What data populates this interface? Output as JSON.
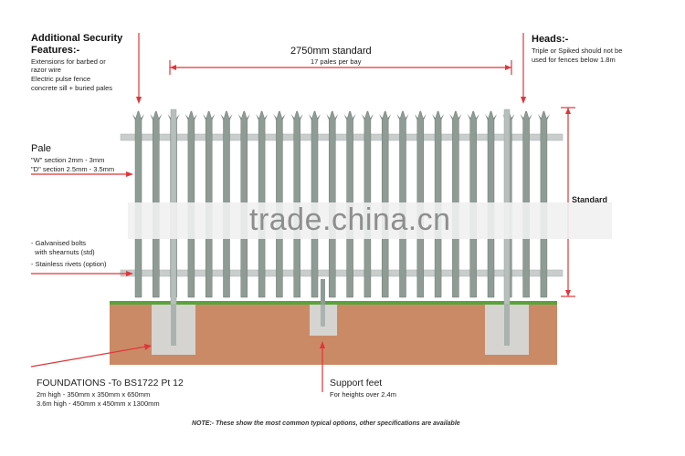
{
  "colors": {
    "arrow": "#e0353a",
    "ground": "#cb8a66",
    "concrete": "#d6d4d0",
    "grass": "#5aa33a",
    "pale": "#8f9b95",
    "rail": "#c9cdcc"
  },
  "top_left": {
    "title": "Additional Security",
    "subtitle": "Features:-",
    "lines": [
      "Extensions for barbed or",
      "razor wire",
      "Electric pulse fence",
      "concrete sill + buried pales"
    ]
  },
  "dimension": {
    "title": "2750mm standard",
    "sub": "17 pales per bay"
  },
  "heads": {
    "title": "Heads:-",
    "lines": [
      "Triple or Spiked should not be",
      "used for fences below 1.8m"
    ]
  },
  "pale": {
    "title": "Pale",
    "lines": [
      "\"W\" section 2mm - 3mm",
      "\"D\" section 2.5mm - 3.5mm"
    ]
  },
  "fittings": {
    "lines": [
      "- Galvanised bolts",
      "  with shearnuts (std)",
      "- Stainless rivets (option)"
    ]
  },
  "height_label": "Standard",
  "watermark": "trade.china.cn",
  "foundations": {
    "title": "FOUNDATIONS -To BS1722 Pt 12",
    "lines": [
      "2m high - 350mm x 350mm x 650mm",
      "3.6m high - 450mm x 450mm x 1300mm"
    ]
  },
  "support": {
    "title": "Support feet",
    "sub": "For heights over 2.4m"
  },
  "note": "NOTE:- These show the most common typical options, other specifications are available"
}
